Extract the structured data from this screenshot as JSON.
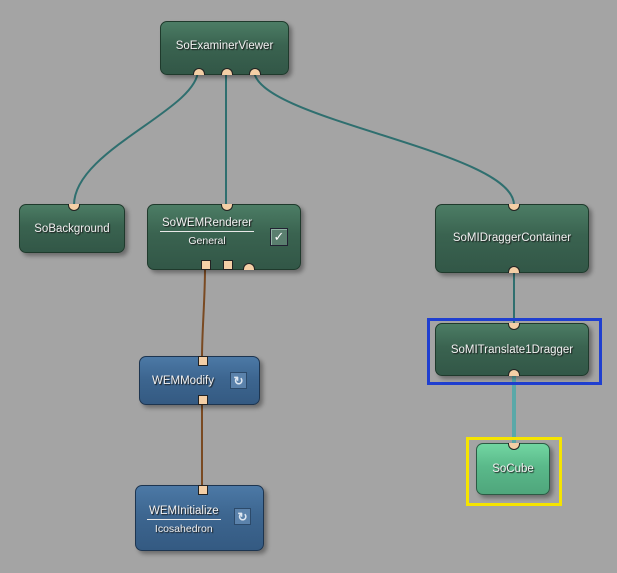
{
  "network": {
    "nodes": {
      "examiner_viewer": {
        "name": "SoExaminerViewer",
        "type": "inventor"
      },
      "background": {
        "name": "SoBackground",
        "type": "inventor"
      },
      "wem_renderer": {
        "name": "SoWEMRenderer",
        "subtitle": "General",
        "type": "inventor",
        "checkbox_checked": true,
        "checkbox_glyph": "✓"
      },
      "dragger_container": {
        "name": "SoMIDraggerContainer",
        "type": "inventor"
      },
      "translate_dragger": {
        "name": "SoMITranslate1Dragger",
        "type": "inventor",
        "selection": "blue"
      },
      "cube": {
        "name": "SoCube",
        "type": "inventor-highlight",
        "selection": "yellow"
      },
      "wem_modify": {
        "name": "WEMModify",
        "type": "ml-module",
        "refresh_glyph": "↻"
      },
      "wem_initialize": {
        "name": "WEMInitialize",
        "subtitle": "Icosahedron",
        "type": "ml-module",
        "refresh_glyph": "↻"
      }
    },
    "connections": [
      {
        "from": "SoExaminerViewer",
        "to": "SoBackground",
        "kind": "inventor"
      },
      {
        "from": "SoExaminerViewer",
        "to": "SoWEMRenderer",
        "kind": "inventor"
      },
      {
        "from": "SoExaminerViewer",
        "to": "SoMIDraggerContainer",
        "kind": "inventor"
      },
      {
        "from": "SoMIDraggerContainer",
        "to": "SoMITranslate1Dragger",
        "kind": "inventor"
      },
      {
        "from": "SoMITranslate1Dragger",
        "to": "SoCube",
        "kind": "inventor-selected"
      },
      {
        "from": "SoWEMRenderer",
        "to": "WEMModify",
        "kind": "base"
      },
      {
        "from": "WEMModify",
        "to": "WEMInitialize",
        "kind": "base"
      }
    ]
  },
  "colors": {
    "canvas": "#a4a4a4",
    "inventor_wire": "#2f6f6f",
    "selected_wire": "#5aa8a8",
    "base_wire": "#7a4a22",
    "port": "#f4cfa6",
    "blue_selection": "#1f3fd0",
    "yellow_selection": "#f5e400"
  }
}
